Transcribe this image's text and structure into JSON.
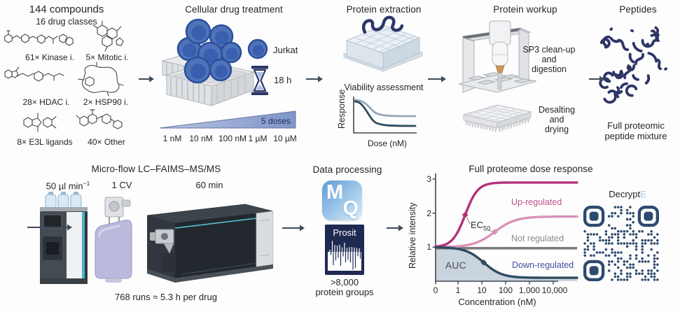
{
  "palette": {
    "text": "#1f2328",
    "navy": "#2c3768",
    "slate": "#2f4b60",
    "magenta": "#b23378",
    "pink": "#d992b8",
    "up_label": "#c2538c",
    "not_label": "#8c8c8c",
    "down_label": "#4a4da0",
    "gray_line": "#7d7d7d",
    "auc_fill": "#cad4de",
    "cell_blue": "#4f73b8",
    "triangle_blue": "#8fa3d3",
    "qr": "#2d4a6e",
    "decrypte_e": "#9fc6e8",
    "mq_top": "#5f9bd6",
    "mq_bottom": "#d9edfa",
    "prosit": "#1f2a52",
    "arrow": "#3f4a5a"
  },
  "icons": {
    "flow-arrow": "→",
    "hourglass": "⌛",
    "jurkat-cell": "●",
    "qr-code": "qr-matrix"
  },
  "compounds": {
    "title": "144 compounds",
    "subtitle": "16 drug classes",
    "classes": [
      "61× Kinase i.",
      "5× Mitotic i.",
      "28× HDAC i.",
      "2× HSP90 i.",
      "8× E3L ligands",
      "40× Other"
    ]
  },
  "treatment": {
    "title": "Cellular drug treatment",
    "cell": "Jurkat",
    "incubation": "18 h",
    "doses_badge": "5 doses",
    "doses": [
      "1 nM",
      "10 nM",
      "100 nM",
      "1 µM",
      "10 µM"
    ]
  },
  "extraction": {
    "title": "Protein extraction",
    "viability": {
      "title": "Viability assessment",
      "ylabel": "Response",
      "xlabel": "Dose (nM)"
    }
  },
  "workup": {
    "title": "Protein workup",
    "step1": [
      "SP3 clean-up",
      "and",
      "digestion"
    ],
    "step2": [
      "Desalting",
      "and",
      "drying"
    ]
  },
  "peptides": {
    "title": "Peptides",
    "caption": [
      "Full proteomic",
      "peptide mixture"
    ]
  },
  "lcms": {
    "title": "Micro-flow LC–FAIMS–MS/MS",
    "flow": "50 µl min",
    "flow_sup": "−1",
    "cv": "1 CV",
    "gradient": "60 min",
    "runtime": "768 runs ≈ 5.3 h per drug"
  },
  "processing": {
    "title": "Data processing",
    "mq_m": "M",
    "mq_q": "Q",
    "prosit": "Prosit",
    "caption": [
      ">8,000",
      "protein groups"
    ]
  },
  "decrypte": {
    "prefix": "Decrypt",
    "suffix": "E"
  },
  "chart_data": [
    {
      "type": "line",
      "title": "Full proteome dose response",
      "xlabel": "Concentration (nM)",
      "ylabel": "Relative intensity",
      "x_ticks": [
        "0",
        "1",
        "10",
        "100",
        "1,000",
        "10,000"
      ],
      "y_ticks": [
        "1",
        "2",
        "3"
      ],
      "ylim": [
        0,
        3
      ],
      "x_scale": "log, zero at origin",
      "grid": false,
      "series": [
        {
          "label": "Up-regulated",
          "color": "#b23378",
          "shape": "sigmoid-up",
          "start": 1,
          "plateau": 2.9,
          "ec50_nm": 2,
          "marker": "diamond"
        },
        {
          "label": "",
          "color": "#d992b8",
          "shape": "sigmoid-up",
          "start": 1,
          "plateau": 1.9,
          "ec50_nm": 35,
          "marker": "diamond"
        },
        {
          "label": "Not regulated",
          "color": "#7d7d7d",
          "shape": "flat",
          "value": 0.97
        },
        {
          "label": "Down-regulated",
          "color": "#2f4b60",
          "shape": "sigmoid-down",
          "start": 1,
          "plateau": 0.1,
          "ec50_nm": 12,
          "marker": "diamond",
          "area_under": true
        }
      ],
      "annotations": {
        "up": "Up-regulated",
        "not": "Not regulated",
        "down": "Down-regulated",
        "auc": "AUC",
        "ec50_prefix": "EC",
        "ec50_sub": "50"
      }
    },
    {
      "type": "line",
      "title": "Viability assessment",
      "xlabel": "Dose (nM)",
      "ylabel": "Response",
      "x_ticks": [],
      "y_ticks": [],
      "series": [
        {
          "label": "high-viability curve",
          "color": "#95a5b8",
          "shape": "sigmoid-down",
          "plateau": "high"
        },
        {
          "label": "low-viability curve",
          "color": "#2f4b60",
          "shape": "sigmoid-down",
          "plateau": "low"
        }
      ]
    }
  ]
}
